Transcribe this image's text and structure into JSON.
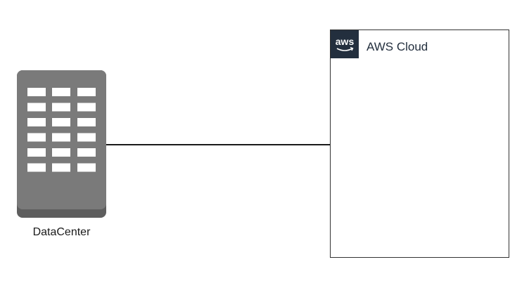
{
  "datacenter": {
    "label": "DataCenter",
    "icon": "building-icon",
    "color": "#7a7a7a"
  },
  "connector": {
    "from": "DataCenter",
    "to": "AWS Cloud"
  },
  "aws_group": {
    "title": "AWS Cloud",
    "logo_text": "aws",
    "logo_icon": "aws-logo-icon",
    "logo_background": "#232f3e"
  }
}
